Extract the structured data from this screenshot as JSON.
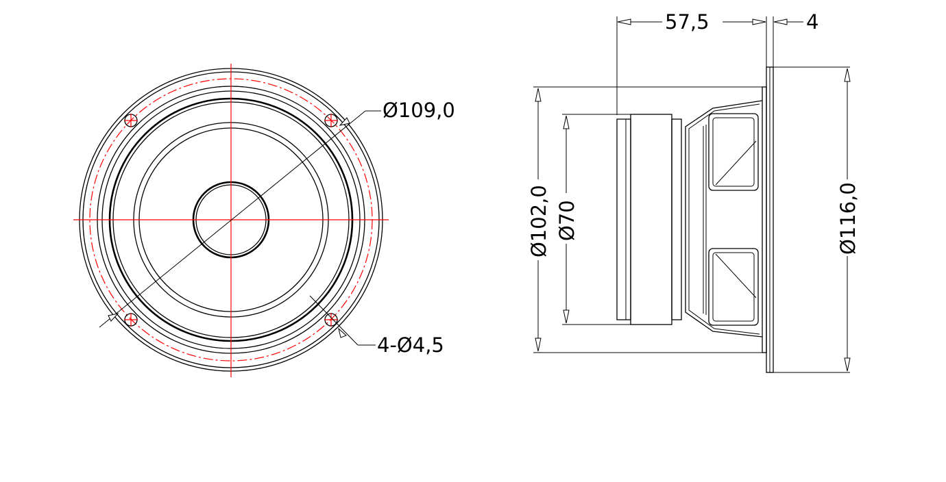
{
  "dimensions": {
    "flange_bolt_circle": "Ø109,0",
    "mounting_holes": "4-Ø4,5",
    "depth": "57,5",
    "flange_thickness": "4",
    "basket_diameter": "Ø102,0",
    "magnet_diameter": "Ø70",
    "overall_diameter": "Ø116,0"
  },
  "colors": {
    "line": "#000000",
    "centerline": "#ff0000",
    "background": "#ffffff"
  }
}
